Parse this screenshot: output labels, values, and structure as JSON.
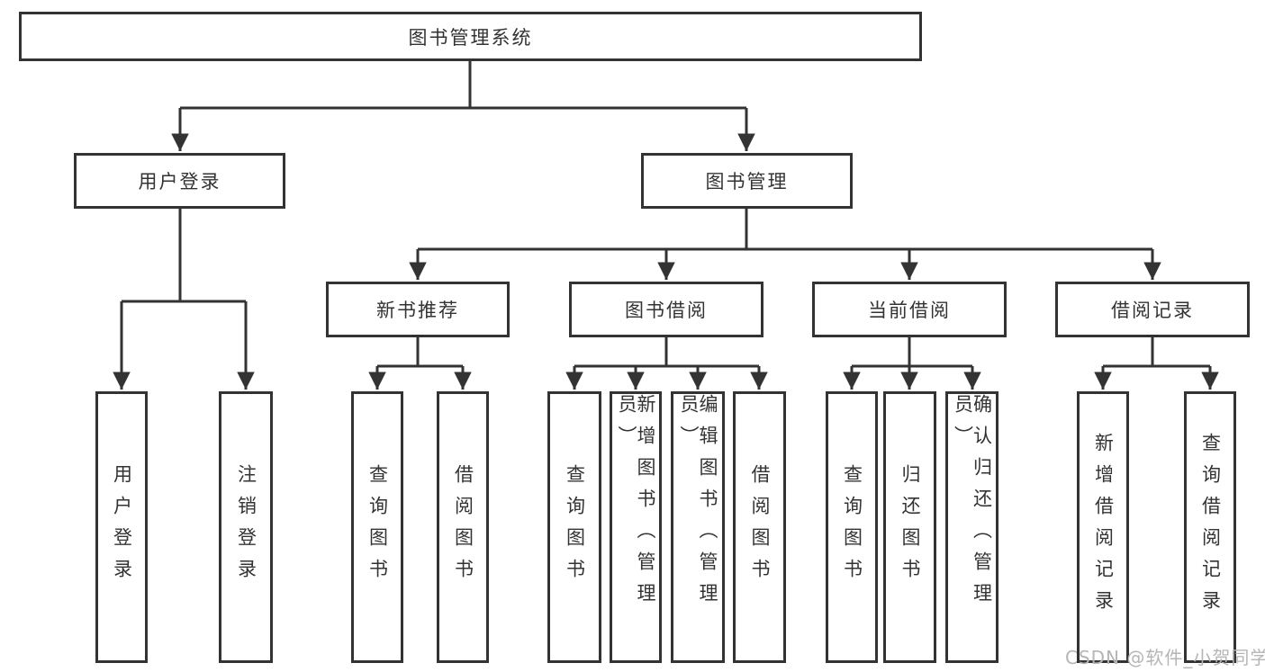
{
  "diagram": {
    "type": "hierarchy-tree",
    "root": {
      "label": "图书管理系统"
    },
    "level2": [
      {
        "label": "用户登录"
      },
      {
        "label": "图书管理"
      }
    ],
    "level3": [
      {
        "label": "新书推荐",
        "parent": "图书管理"
      },
      {
        "label": "图书借阅",
        "parent": "图书管理"
      },
      {
        "label": "当前借阅",
        "parent": "图书管理"
      },
      {
        "label": "借阅记录",
        "parent": "图书管理"
      }
    ],
    "leaves": [
      {
        "label": "用户登录",
        "parent": "用户登录"
      },
      {
        "label": "注销登录",
        "parent": "用户登录"
      },
      {
        "label": "查询图书",
        "parent": "新书推荐"
      },
      {
        "label": "借阅图书",
        "parent": "新书推荐"
      },
      {
        "label": "查询图书",
        "parent": "图书借阅"
      },
      {
        "label": "新增图书（管理员）",
        "parent": "图书借阅"
      },
      {
        "label": "编辑图书（管理员）",
        "parent": "图书借阅"
      },
      {
        "label": "借阅图书",
        "parent": "图书借阅"
      },
      {
        "label": "查询图书",
        "parent": "当前借阅"
      },
      {
        "label": "归还图书",
        "parent": "当前借阅"
      },
      {
        "label": "确认归还（管理员）",
        "parent": "当前借阅"
      },
      {
        "label": "新增借阅记录",
        "parent": "借阅记录"
      },
      {
        "label": "查询借阅记录",
        "parent": "借阅记录"
      }
    ]
  },
  "watermark": "CSDN @软件_小贺同学",
  "colors": {
    "line": "#333333",
    "text": "#333333",
    "box_fill": "#ffffff",
    "watermark": "#b5b5b5",
    "background": "#ffffff"
  }
}
